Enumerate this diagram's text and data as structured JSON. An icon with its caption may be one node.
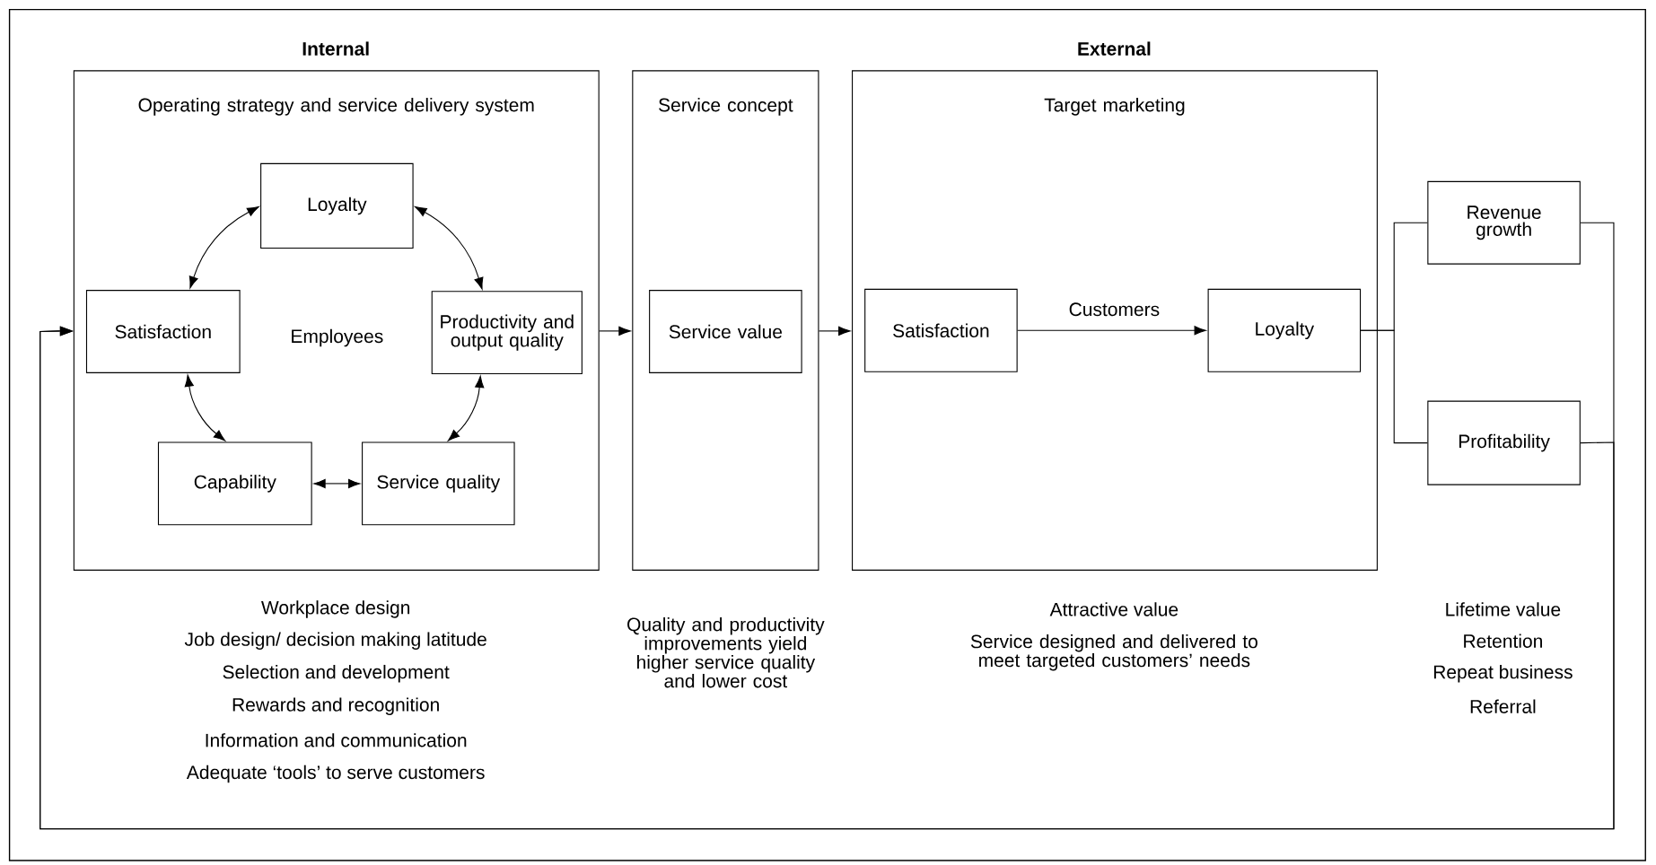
{
  "diagram": {
    "nodes": [
      {
        "text": [
          "Operating strategy and service delivery system"
        ]
      },
      {
        "text": [
          "Loyalty"
        ],
        "in": 0
      },
      {
        "text": [
          "Satisfaction"
        ],
        "in": 0
      },
      {
        "text": [
          "Productivity and output quality"
        ],
        "in": 0
      },
      {
        "text": [
          "Capability"
        ],
        "in": 0
      },
      {
        "text": [
          "Service quality"
        ],
        "in": 0
      },
      {
        "text": [
          "Service concept"
        ]
      },
      {
        "text": [
          "Service value"
        ],
        "in": 6
      },
      {
        "text": [
          "Target marketing"
        ]
      },
      {
        "text": [
          "Satisfaction"
        ],
        "in": 8
      },
      {
        "text": [
          "Loyalty"
        ],
        "in": 8
      },
      {
        "text": [
          "Revenue growth"
        ]
      },
      {
        "text": [
          "Profitability"
        ]
      }
    ],
    "edges": [
      {
        "from": 1,
        "to": 3,
        "arrow": "both"
      },
      {
        "from": 3,
        "to": 5,
        "arrow": "both"
      },
      {
        "from": 5,
        "to": 4,
        "arrow": "both"
      },
      {
        "from": 4,
        "to": 2,
        "arrow": "both"
      },
      {
        "from": 2,
        "to": 1,
        "arrow": "both"
      },
      {
        "from": 0,
        "to": 6,
        "arrow": "to"
      },
      {
        "from": 6,
        "to": 8,
        "arrow": "to"
      },
      {
        "from": 9,
        "to": 10,
        "arrow": "to",
        "label": "Customers"
      },
      {
        "from": 10,
        "to": 11,
        "arrow": "none"
      },
      {
        "from": 10,
        "to": 12,
        "arrow": "none"
      },
      {
        "from": 11,
        "to": 0,
        "arrow": "to"
      },
      {
        "from": 12,
        "to": 0,
        "arrow": "to"
      }
    ],
    "labels": [
      "Internal",
      "External",
      "Employees",
      "Workplace design",
      "Job design/ decision making latitude",
      "Selection and development",
      "Rewards and recognition",
      "Information and communication",
      "Adequate ‘tools’ to serve customers",
      "Quality and productivity improvements yield higher service quality and lower cost",
      "Attractive value",
      "Service designed and delivered to meet targeted customers’ needs",
      "Lifetime value",
      "Retention",
      "Repeat business",
      "Referral"
    ]
  }
}
